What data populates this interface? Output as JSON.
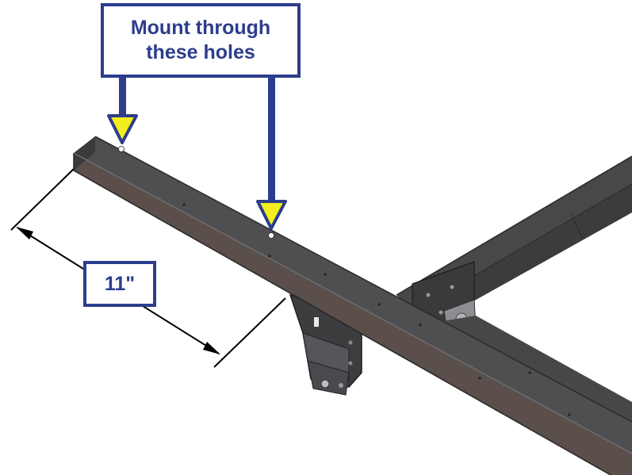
{
  "callout": {
    "line1": "Mount through",
    "line2": "these holes"
  },
  "dimension": {
    "label": "11\""
  },
  "colors": {
    "callout_blue": "#2d3d8c",
    "marker_yellow": "#f5ee1e",
    "steel_top": "#4e4e4f",
    "steel_front": "#5a4e48",
    "steel_dark": "#2e2e30"
  },
  "markers": {
    "count": 2,
    "shape": "downward-triangle-arrow"
  }
}
